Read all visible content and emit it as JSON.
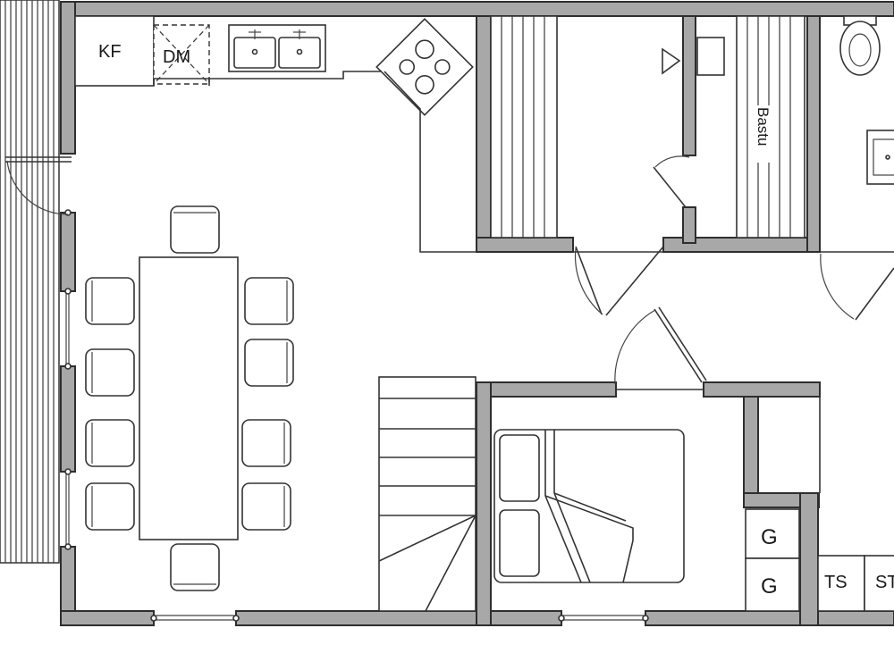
{
  "labels": {
    "fridge": "KF",
    "dishwasher": "DM",
    "sauna": "Bastu",
    "locker_top": "G",
    "locker_bottom": "G",
    "tumble_dryer": "TS",
    "partial_label": "ST"
  },
  "colors": {
    "wall_fill": "#a8a8a8",
    "wall_stroke": "#2e2e2e",
    "line": "#333333",
    "background": "#ffffff"
  }
}
